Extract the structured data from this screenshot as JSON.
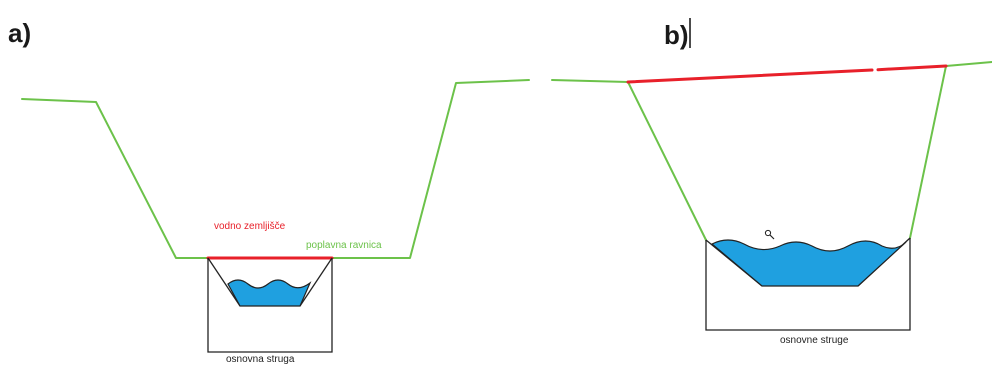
{
  "panel_a": {
    "label": "a)",
    "water_land_label": "vodno zemljišče",
    "floodplain_label": "poplavna ravnica",
    "channel_label": "osnovna struga"
  },
  "panel_b": {
    "label": "b)",
    "channel_label": "osnovne struge"
  },
  "colors": {
    "terrain": "#6cc24a",
    "water_land": "#e8202a",
    "water": "#1fa0e0",
    "outline": "#222222"
  }
}
